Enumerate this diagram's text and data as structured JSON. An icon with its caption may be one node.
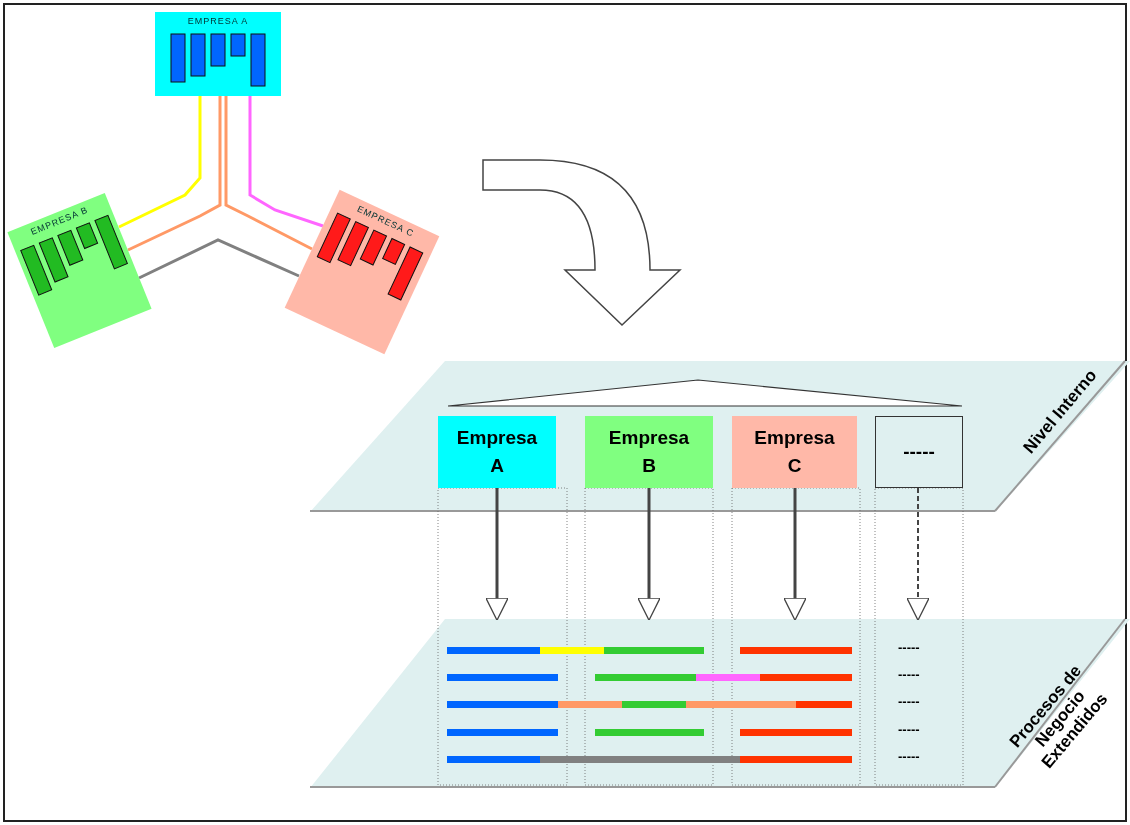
{
  "diagram": {
    "nodes": [
      {
        "text": [
          "EMPRESA A"
        ]
      },
      {
        "text": [
          "EMPRESA B"
        ]
      },
      {
        "text": [
          "EMPRESA C"
        ]
      },
      {
        "text": [
          "Nivel Interno"
        ]
      },
      {
        "text": [
          "Empresa A"
        ],
        "in": 3
      },
      {
        "text": [
          "Empresa B"
        ],
        "in": 3
      },
      {
        "text": [
          "Empresa C"
        ],
        "in": 3
      },
      {
        "text": [
          "-----"
        ],
        "in": 3
      },
      {
        "text": [
          "Procesos de Negocio Extendidos"
        ]
      }
    ],
    "edges": [
      {
        "from": 0,
        "to": 1,
        "arrow": "none",
        "color": "#ffff00"
      },
      {
        "from": 0,
        "to": 2,
        "arrow": "none",
        "color": "#ff66ff"
      },
      {
        "from": 0,
        "to": 1,
        "arrow": "none",
        "color": "#ff9966"
      },
      {
        "from": 0,
        "to": 2,
        "arrow": "none",
        "color": "#ff9966"
      },
      {
        "from": 1,
        "to": 2,
        "arrow": "none",
        "color": "#808080"
      },
      {
        "from": 4,
        "to": 8,
        "arrow": "to"
      },
      {
        "from": 5,
        "to": 8,
        "arrow": "to"
      },
      {
        "from": 6,
        "to": 8,
        "arrow": "to"
      },
      {
        "from": 7,
        "to": 8,
        "arrow": "to",
        "style": "dashed"
      }
    ],
    "labels": [
      "-----",
      "-----",
      "-----",
      "-----",
      "-----"
    ]
  }
}
